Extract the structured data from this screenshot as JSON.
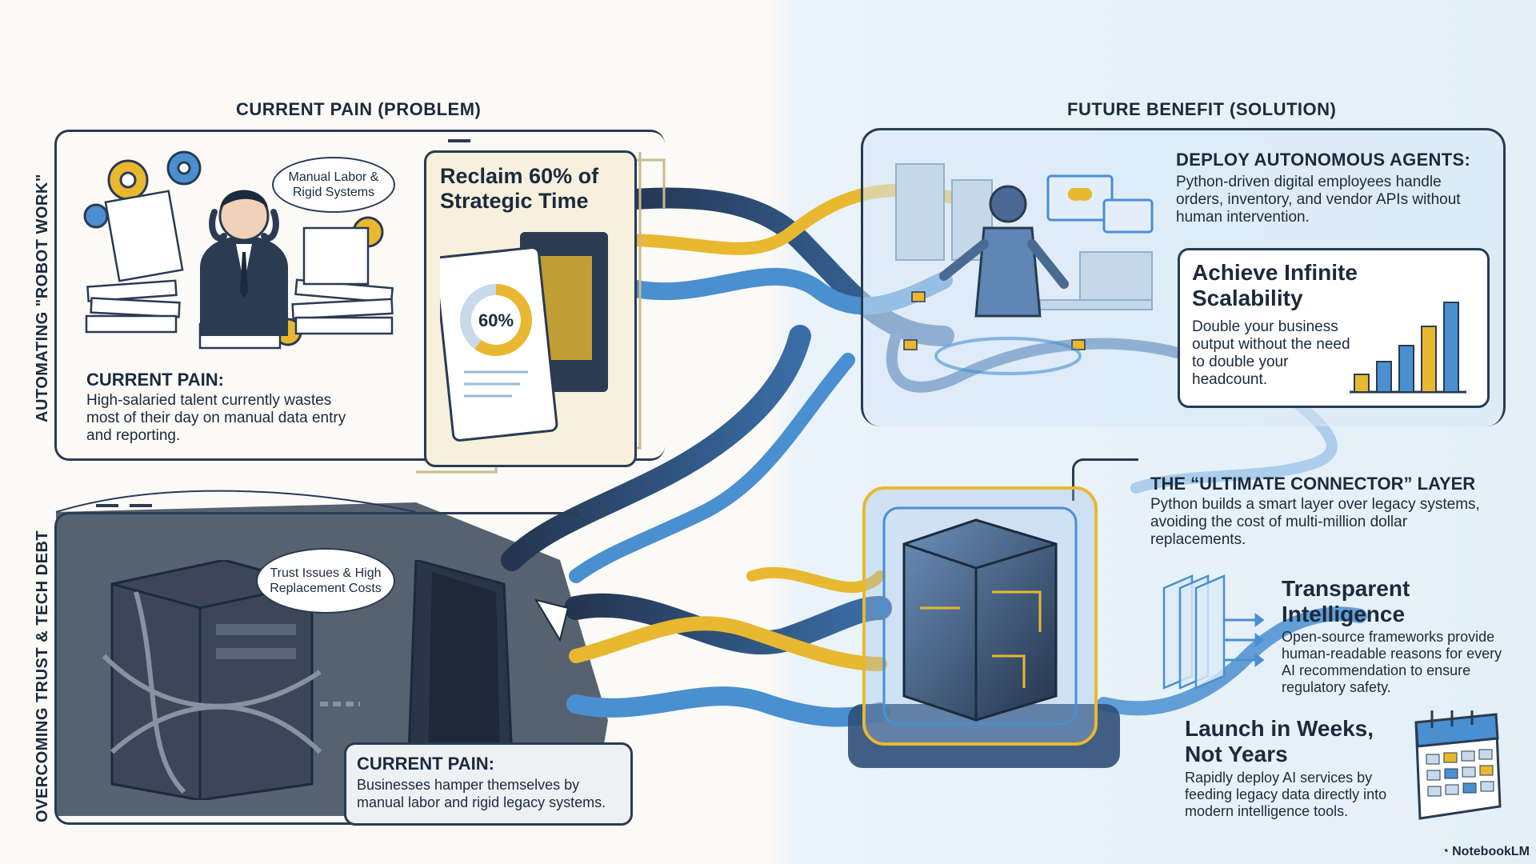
{
  "headers": {
    "left": "CURRENT PAIN (PROBLEM)",
    "right": "FUTURE BENEFIT (SOLUTION)"
  },
  "side_labels": {
    "top": "AUTOMATING \"ROBOT WORK\"",
    "bottom": "OVERCOMING TRUST & TECH DEBT"
  },
  "top_left": {
    "cloud": "Manual Labor & Rigid Systems",
    "pain_title": "CURRENT PAIN:",
    "pain_text": "High-salaried talent currently wastes most of their day on manual data entry and reporting."
  },
  "reclaim": {
    "title": "Reclaim 60% of Strategic Time",
    "donut_label": "60%",
    "donut_value": 0.6
  },
  "agents": {
    "title": "DEPLOY AUTONOMOUS AGENTS:",
    "text": "Python-driven digital employees handle orders, inventory, and vendor APIs without human intervention."
  },
  "scalability": {
    "title": "Achieve Infinite Scalability",
    "text": "Double your business output without the need to double your headcount."
  },
  "connector": {
    "title": "THE “ULTIMATE CONNECTOR” LAYER",
    "text": "Python builds a smart layer over legacy systems, avoiding the cost of multi-million dollar replacements."
  },
  "bottom_left": {
    "cloud": "Trust Issues & High Replacement Costs",
    "pain_title": "CURRENT PAIN:",
    "pain_text": "Businesses hamper themselves by manual labor and rigid legacy systems."
  },
  "transparent": {
    "title": "Transparent Intelligence",
    "text": "Open-source frameworks provide human-readable reasons for every AI recommendation to ensure regulatory safety."
  },
  "launch": {
    "title": "Launch in Weeks, Not Years",
    "text": "Rapidly deploy AI services by feeding legacy data directly into modern intelligence tools."
  },
  "brand": "NotebookLM",
  "colors": {
    "navy": "#2a3b52",
    "gold": "#e8b830",
    "blue": "#4a8fd0",
    "cream": "#f6f0dc"
  }
}
